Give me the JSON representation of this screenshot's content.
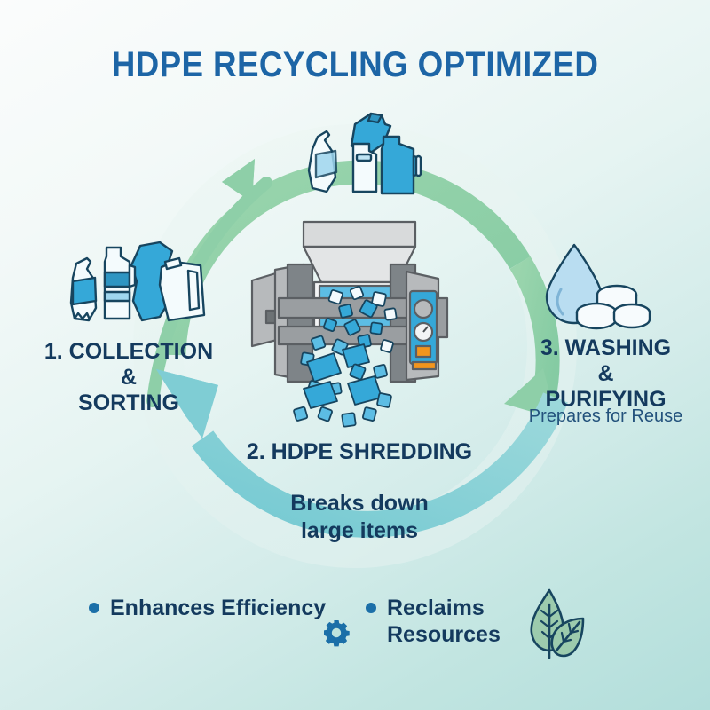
{
  "header": {
    "title": "HDPE RECYCLING OPTIMIZED"
  },
  "steps": [
    {
      "id": "collection",
      "label": "1. COLLECTION\n&\nSORTING",
      "line1": "1. COLLECTION",
      "line2": "&",
      "line3": "SORTING",
      "icon": "plastic-bottles-icon"
    },
    {
      "id": "shredding",
      "label": "2. HDPE SHREDDING",
      "subtitle": "Breaks down\nlarge items",
      "sub_line1": "Breaks down",
      "sub_line2": "large items",
      "icon": "industrial-shredder-icon"
    },
    {
      "id": "washing",
      "line1": "3. WASHING",
      "line2": "&",
      "line3": "PURIFYING",
      "subtitle": "Prepares for Reuse",
      "icon": "water-droplet-pellets-icon"
    }
  ],
  "cycle": {
    "top_icon": "plastic-bottles-jugs-icon",
    "arrow_green_label": "collection-to-washing-arrow",
    "arrow_teal_label": "shredding-to-collection-arrow"
  },
  "benefits": [
    {
      "text_line1": "Enhances Efficiency",
      "icon": "gear-icon"
    },
    {
      "text_line1": "Reclaims",
      "text_line2": "Resources",
      "icon": "leaf-icon"
    }
  ],
  "colors": {
    "title_blue": "#1d65a6",
    "text_navy": "#143a5e",
    "arrow_green": "#8ecfa8",
    "arrow_teal": "#7fcdd4",
    "accent_blue": "#1b6fa8",
    "plastic_blue": "#35a8d8",
    "background_top": "#fbfcfc",
    "background_bottom": "#b2dedb"
  }
}
